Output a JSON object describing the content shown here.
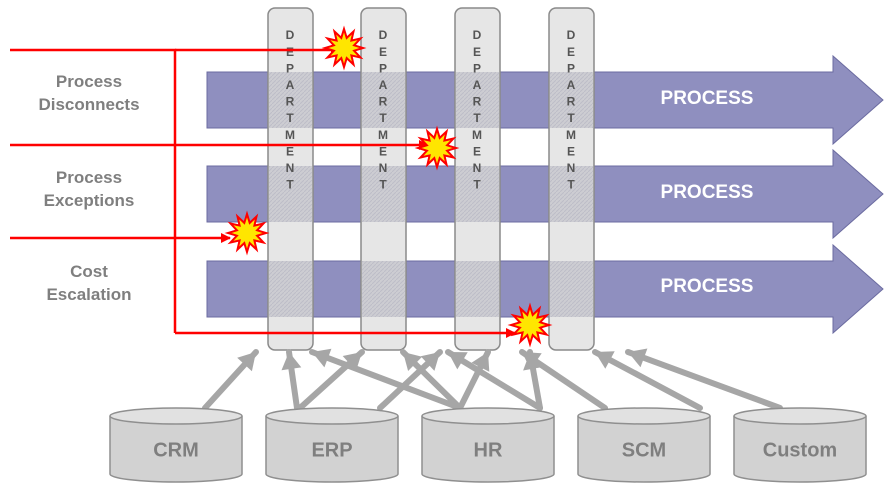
{
  "side_labels": {
    "disconnects": [
      "Process",
      "Disconnects"
    ],
    "exceptions": [
      "Process",
      "Exceptions"
    ],
    "escalation": [
      "Cost",
      "Escalation"
    ]
  },
  "process_label": "PROCESS",
  "department_label": "DEPARTMENT",
  "systems": [
    "CRM",
    "ERP",
    "HR",
    "SCM",
    "Custom"
  ],
  "colors": {
    "process_fill": "#8f8fbf",
    "process_stroke": "#6b6ba0",
    "column_fill": "#e6e6e6",
    "column_stroke": "#8a8a8a",
    "red_line": "#ff0000",
    "burst_fill": "#ffe600",
    "db_fill": "#d2d2d2",
    "db_text": "#7f7f7f",
    "arrow_gray": "#a6a6a6"
  }
}
